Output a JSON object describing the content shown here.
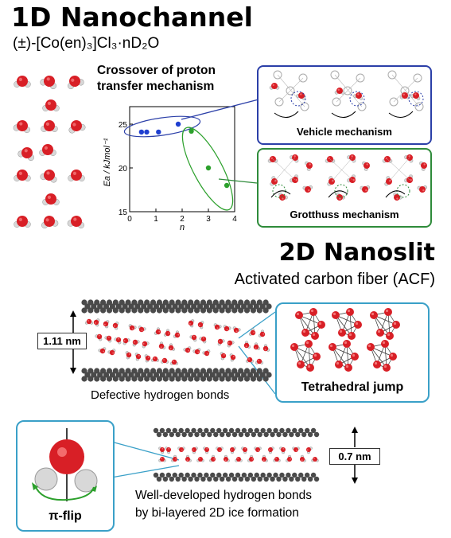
{
  "section1": {
    "title": "1D Nanochannel",
    "formula": "(±)-[Co(en)₃]Cl₃·nD₂O",
    "crossover_line1": "Crossover of proton",
    "crossover_line2": "transfer mechanism",
    "vehicle_label": "Vehicle mechanism",
    "grotthuss_label": "Grotthuss mechanism"
  },
  "section2": {
    "title": "2D Nanoslit",
    "subtitle": "Activated carbon fiber (ACF)",
    "gap_label": "1.11 nm",
    "defect_label": "Defective hydrogen bonds",
    "jump_label": "Tetrahedral jump"
  },
  "section3": {
    "flip_label": "π-flip",
    "gap_label": "0.7 nm",
    "caption_line1": "Well-developed hydrogen bonds",
    "caption_line2": "by bi-layered 2D ice formation"
  },
  "colors": {
    "oxygen": "#d81f26",
    "hydrogen": "#d8d8d8",
    "carbon": "#4a4a4a",
    "blue": "#2b3fa8",
    "green": "#2e8b3a",
    "cyan": "#3aa0c8"
  },
  "chart_data": {
    "type": "scatter",
    "xlabel": "n",
    "ylabel": "Ea / kJmol⁻¹",
    "xlim": [
      0,
      4
    ],
    "ylim": [
      15,
      27
    ],
    "xticks": [
      "0",
      "1",
      "2",
      "3",
      "4"
    ],
    "yticks": [
      "15",
      "20",
      "25"
    ],
    "series": [
      {
        "color": "#1f3fd0",
        "x": [
          0.45,
          0.65,
          1.1,
          1.85
        ],
        "y": [
          24.1,
          24.1,
          24.1,
          25.0
        ]
      },
      {
        "color": "#2ca02c",
        "x": [
          2.35,
          3.0,
          3.7
        ],
        "y": [
          24.2,
          20.0,
          18.0
        ]
      }
    ]
  }
}
